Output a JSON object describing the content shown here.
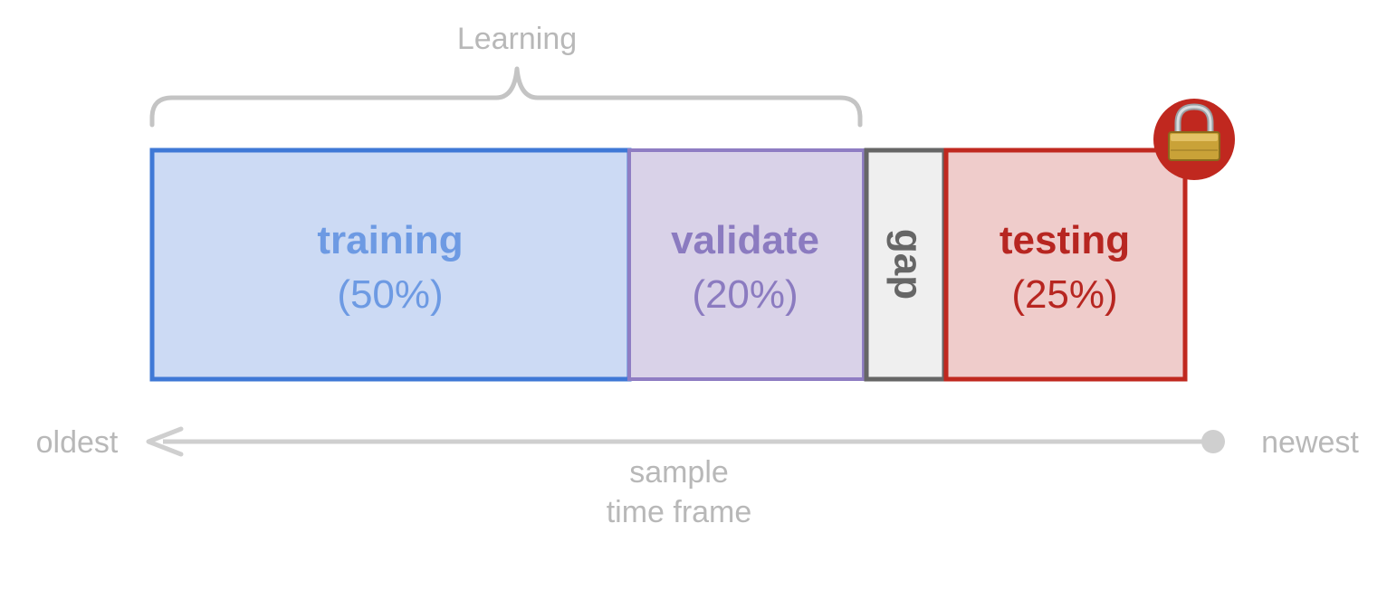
{
  "brace_label": "Learning",
  "segments": [
    {
      "id": "training",
      "label": "training",
      "percent_label": "(50%)",
      "share_percent": 50
    },
    {
      "id": "validate",
      "label": "validate",
      "percent_label": "(20%)",
      "share_percent": 20
    },
    {
      "id": "gap",
      "label": "gap"
    },
    {
      "id": "testing",
      "label": "testing",
      "percent_label": "(25%)",
      "share_percent": 25
    }
  ],
  "timeline": {
    "start_label": "oldest",
    "end_label": "newest",
    "caption_line1": "sample",
    "caption_line2": "time frame"
  },
  "icons": {
    "lock": "padlock-icon"
  },
  "colors": {
    "training_fill": "#ccdaf4",
    "training_stroke": "#3f78d6",
    "training_text": "#6d9ae3",
    "validate_fill": "#d9d2e8",
    "validate_stroke": "#8f7dc3",
    "validate_text": "#8b7bc0",
    "gap_fill": "#efefef",
    "gap_stroke": "#666666",
    "gap_text": "#666666",
    "testing_fill": "#efcccb",
    "testing_stroke": "#c0281f",
    "testing_text": "#b72621",
    "lock_badge": "#c0281f",
    "muted": "#b8b8b8"
  }
}
